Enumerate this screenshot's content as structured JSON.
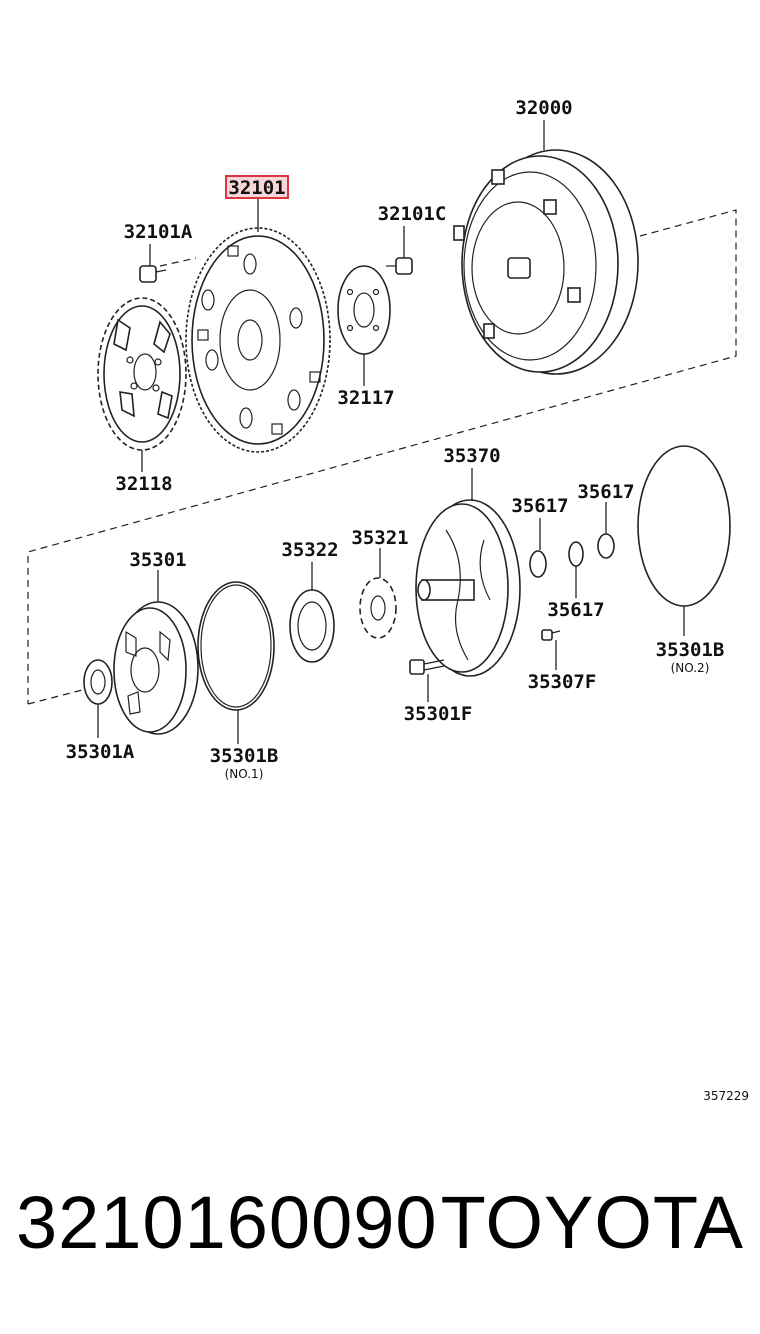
{
  "callouts": {
    "c32000": "32000",
    "c32101": "32101",
    "c32101A": "32101A",
    "c32101C": "32101C",
    "c32117": "32117",
    "c32118": "32118",
    "c35370": "35370",
    "c35617a": "35617",
    "c35617b": "35617",
    "c35617c": "35617",
    "c35301": "35301",
    "c35322": "35322",
    "c35321": "35321",
    "c35301B_2": "35301B",
    "c35301B_2_sub": "(NO.2)",
    "c35307F": "35307F",
    "c35301F": "35301F",
    "c35301A": "35301A",
    "c35301B_1": "35301B",
    "c35301B_1_sub": "(NO.1)"
  },
  "highlight_color": "#d9393e",
  "illustration_ref": "357229",
  "footer": {
    "part_number": "3210160090",
    "brand": "TOYOTA"
  }
}
